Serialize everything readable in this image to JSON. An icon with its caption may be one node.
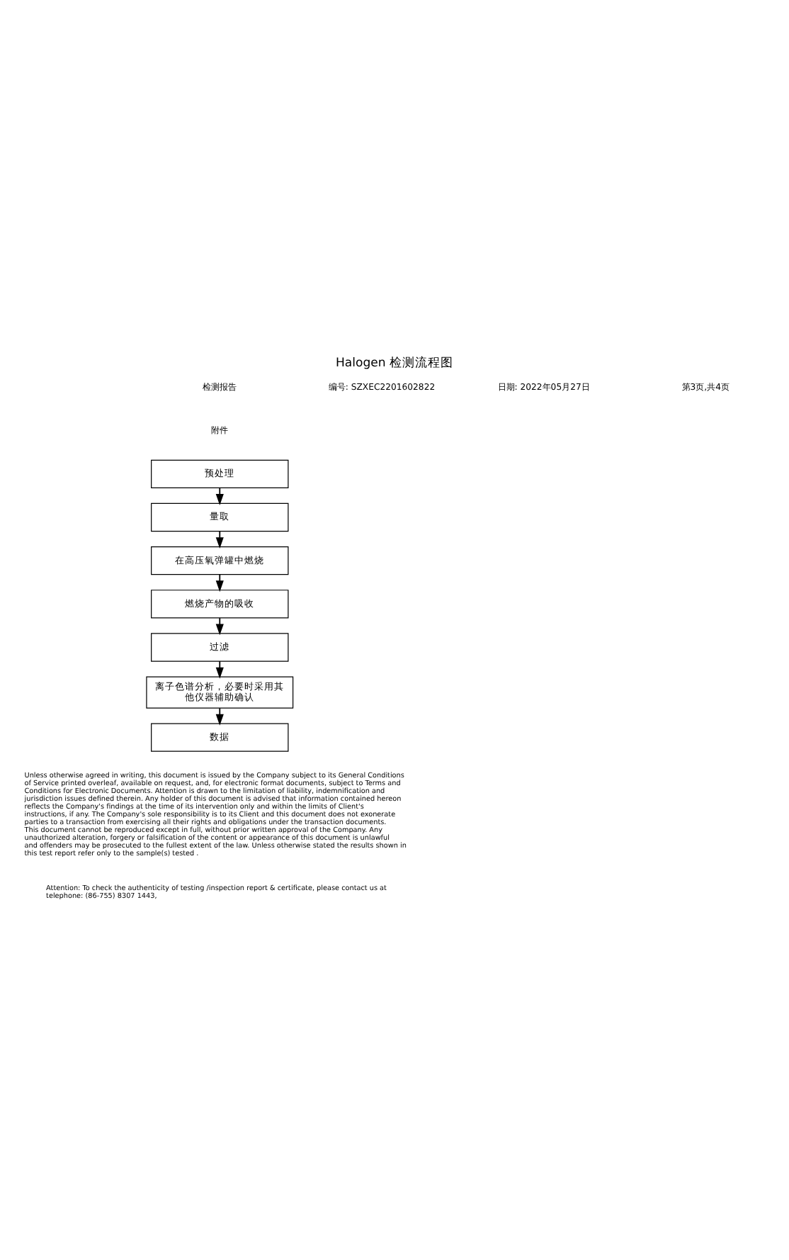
{
  "diagram": {
    "title": "Halogen 检测流程图",
    "nodes": [
      {
        "text": [
          "预处理"
        ]
      },
      {
        "text": [
          "量取"
        ]
      },
      {
        "text": [
          "在高压氧弹罐中燃烧"
        ]
      },
      {
        "text": [
          "燃烧产物的吸收"
        ]
      },
      {
        "text": [
          "过滤"
        ]
      },
      {
        "text": [
          "离子色谱分析，必要时采用其他仪器辅助确认"
        ]
      },
      {
        "text": [
          "数据"
        ]
      }
    ],
    "edges": [
      {
        "from": 0,
        "to": 1,
        "arrow": "to"
      },
      {
        "from": 1,
        "to": 2,
        "arrow": "to"
      },
      {
        "from": 2,
        "to": 3,
        "arrow": "to"
      },
      {
        "from": 3,
        "to": 4,
        "arrow": "to"
      },
      {
        "from": 4,
        "to": 5,
        "arrow": "to"
      },
      {
        "from": 5,
        "to": 6,
        "arrow": "to"
      }
    ],
    "labels": [
      "检测报告",
      "编号: SZXEC2201602822",
      "日期: 2022年05月27日",
      "第3页,共4页",
      "附件",
      "Unless otherwise agreed in writing, this document is issued by the Company subject to its General Conditions of Service printed overleaf, available on request, and, for electronic format documents, subject to Terms and Conditions for Electronic Documents. Attention is drawn to the limitation of liability, indemnification and jurisdiction issues defined therein. Any holder of this document is advised that information contained hereon reflects the Company's findings at the time of its intervention only and within the limits of Client's instructions, if any. The Company's sole responsibility is to its Client and this document does not exonerate parties to a transaction from exercising all their rights and obligations under the transaction documents. This document cannot be reproduced except in full, without prior written approval of the Company. Any unauthorized alteration, forgery or falsification of the content or appearance of this document is unlawful and offenders may be prosecuted to the fullest extent of the law. Unless otherwise stated the results shown in this test report refer only to the sample(s) tested .",
      "Attention: To check the authenticity of testing /inspection report & certificate, please contact us at telephone: (86-755) 8307 1443,"
    ]
  }
}
